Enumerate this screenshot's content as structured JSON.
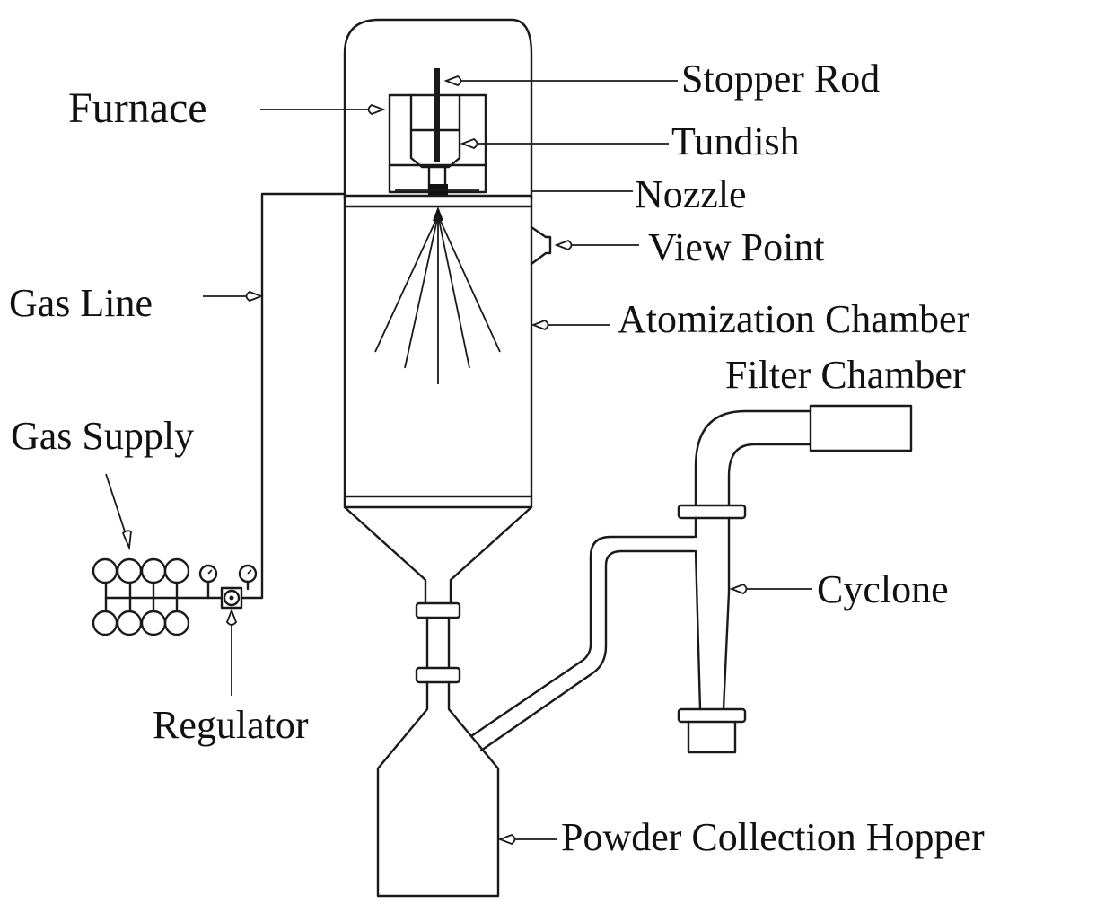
{
  "diagram": {
    "type": "schematic",
    "subject": "gas atomization system",
    "line_color": "#1a1a1a",
    "background": "#ffffff",
    "labels": {
      "stopper_rod": "Stopper Rod",
      "furnace": "Furnace",
      "tundish": "Tundish",
      "nozzle": "Nozzle",
      "view_point": "View Point",
      "gas_line": "Gas Line",
      "atomization_chamber": "Atomization Chamber",
      "filter_chamber": "Filter Chamber",
      "gas_supply": "Gas Supply",
      "cyclone": "Cyclone",
      "regulator": "Regulator",
      "powder_collection_hopper": "Powder Collection Hopper"
    },
    "components": {
      "gas_cylinders_count": 8,
      "pressure_gauges_count": 2,
      "spray_lines_count": 5
    }
  }
}
